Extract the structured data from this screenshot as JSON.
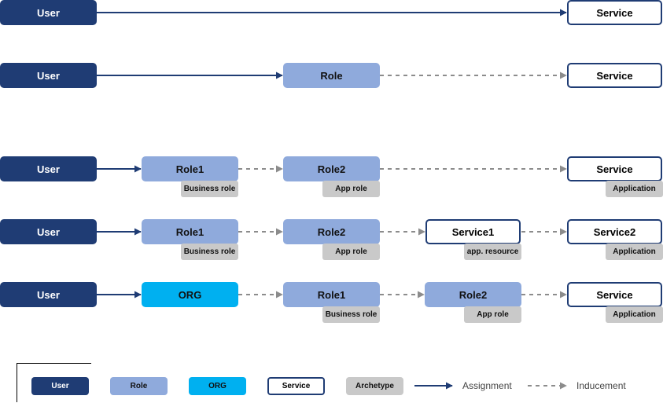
{
  "labels": {
    "user": "User",
    "role": "Role",
    "org": "ORG",
    "service": "Service",
    "role1": "Role1",
    "role2": "Role2",
    "service1": "Service1",
    "service2": "Service2",
    "business_role": "Business role",
    "app_role": "App role",
    "application": "Application",
    "app_resource": "app. resource"
  },
  "legend": {
    "user": "User",
    "role": "Role",
    "org": "ORG",
    "service": "Service",
    "archetype": "Archetype",
    "assignment": "Assignment",
    "inducement": "Inducement"
  },
  "colors": {
    "user": "#1f3c74",
    "role": "#8faadc",
    "org": "#00b0f0",
    "service_border": "#1f3c74",
    "archetype": "#c9c9c9",
    "assignment_arrow": "#1f3c74",
    "inducement_arrow": "#8c8c8c"
  }
}
